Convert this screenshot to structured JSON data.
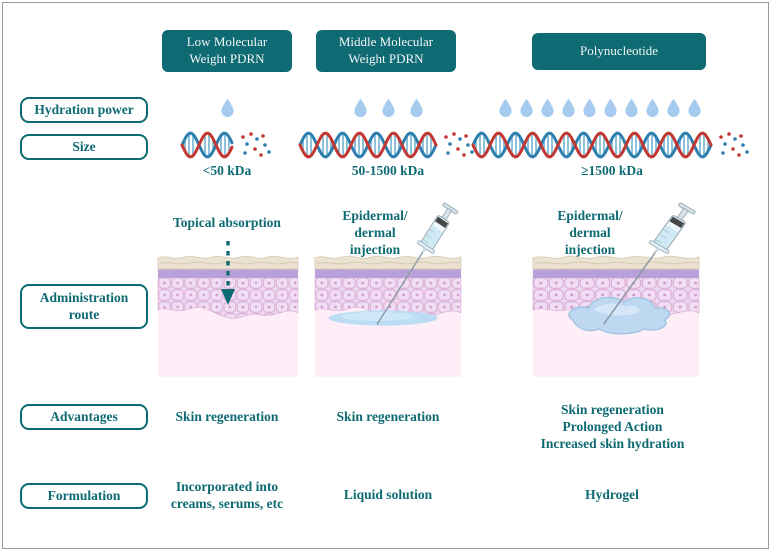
{
  "palette": {
    "teal_text": "#0e6a73",
    "header_bg": "#0e6a73",
    "header_text": "#f2f6f6",
    "droplet_blue": "#a6cbee",
    "dna_red": "#c23732",
    "dna_blue": "#2d7fae",
    "dna_rung": "#8fc3dc",
    "skin_top_beige": "#ebe2d2",
    "skin_band_purple": "#b8a0d8",
    "skin_epidermis": "#eed9f0",
    "skin_dermis": "#fdeef7",
    "liquid_pool_blue": "#badcf4",
    "hydrogel_blue": "#bdd8f0",
    "frame_border": "#9a9a9a"
  },
  "row_labels": {
    "hydration": "Hydration power",
    "size": "Size",
    "administration": "Administration\nroute",
    "advantages": "Advantages",
    "formulation": "Formulation"
  },
  "columns": [
    {
      "header": "Low Molecular\nWeight PDRN",
      "hydration_drops": 1,
      "dna_twists": 1.5,
      "size_label": "<50 kDa",
      "administration": "Topical absorption",
      "administration_icon": "dashed-arrow-topical-absorption",
      "advantages": "Skin regeneration",
      "formulation": "Incorporated into\ncreams, serums, etc"
    },
    {
      "header": "Middle Molecular\nWeight PDRN",
      "hydration_drops": 3,
      "dna_twists": 4,
      "size_label": "50-1500 kDa",
      "administration": "Epidermal/\ndermal\ninjection",
      "administration_icon": "syringe-liquid-pool",
      "advantages": "Skin regeneration",
      "formulation": "Liquid solution"
    },
    {
      "header": "Polynucleotide",
      "hydration_drops": 10,
      "dna_twists": 7,
      "size_label": "≥1500 kDa",
      "administration": "Epidermal/\ndermal\ninjection",
      "administration_icon": "syringe-hydrogel-blob",
      "advantages": "Skin regeneration\nProlonged Action\nIncreased skin hydration",
      "formulation": "Hydrogel"
    }
  ]
}
